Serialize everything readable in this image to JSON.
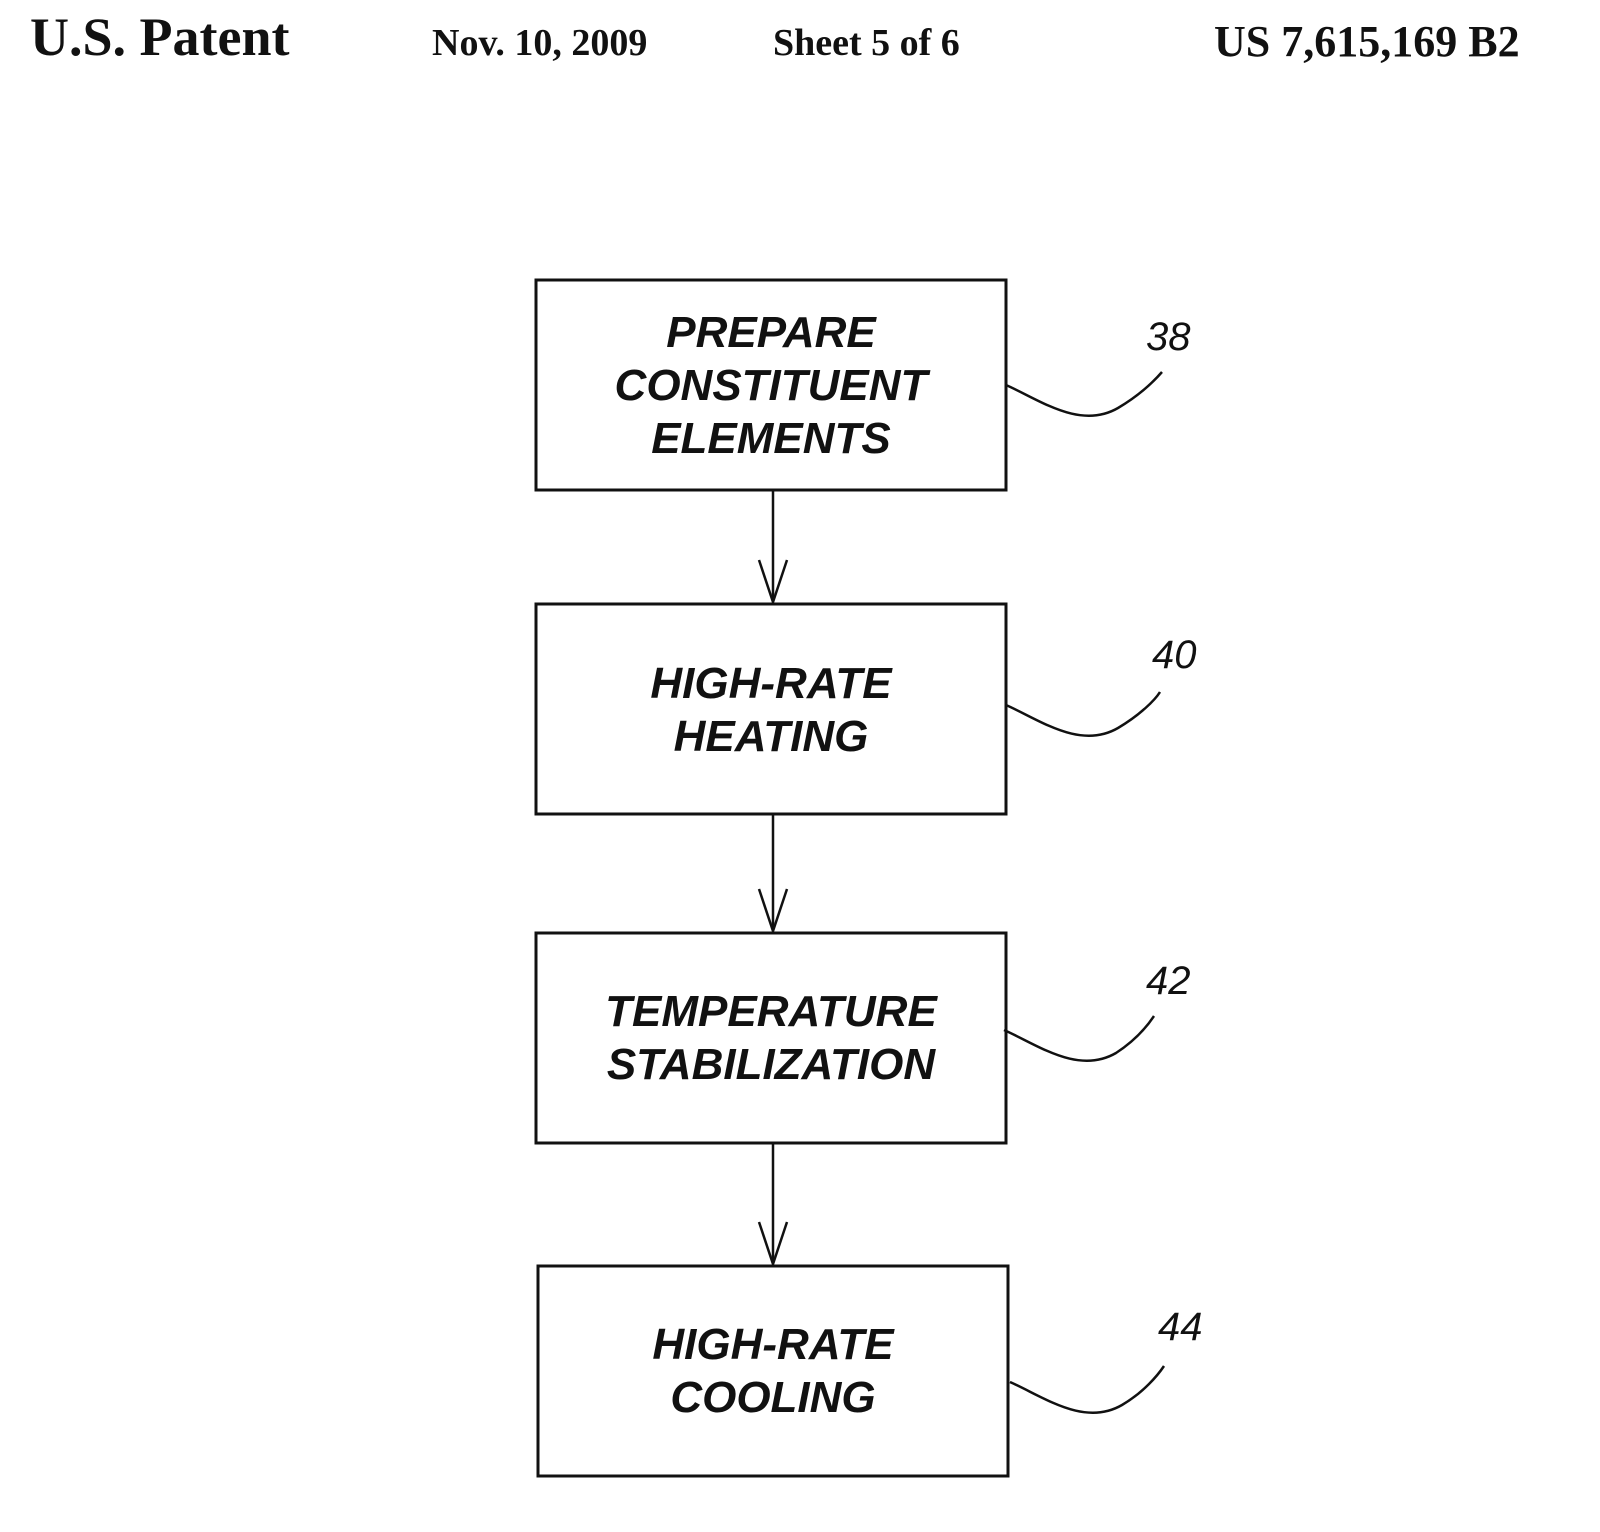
{
  "header": {
    "title": "U.S. Patent",
    "date": "Nov. 10, 2009",
    "sheet": "Sheet 5 of 6",
    "patent_number": "US 7,615,169 B2"
  },
  "flowchart": {
    "steps": [
      {
        "lines": [
          "PREPARE",
          "CONSTITUENT",
          "ELEMENTS"
        ],
        "ref": "38"
      },
      {
        "lines": [
          "HIGH-RATE",
          "HEATING"
        ],
        "ref": "40"
      },
      {
        "lines": [
          "TEMPERATURE",
          "STABILIZATION"
        ],
        "ref": "42"
      },
      {
        "lines": [
          "HIGH-RATE",
          "COOLING"
        ],
        "ref": "44"
      }
    ]
  }
}
